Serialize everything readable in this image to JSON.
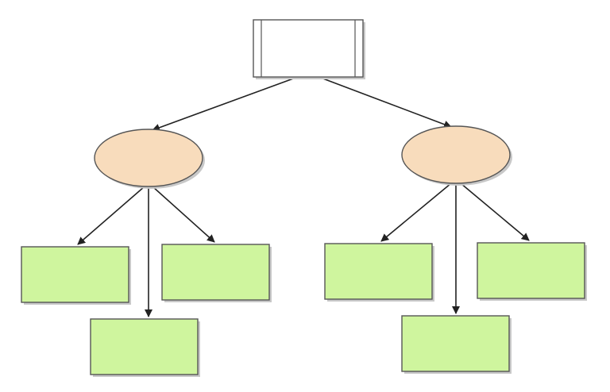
{
  "diagram": {
    "type": "tree",
    "colors": {
      "root_fill": "#ffffff",
      "root_stroke": "#555555",
      "oval_fill": "#f8dcbc",
      "oval_stroke": "#555555",
      "leaf_fill": "#cff59e",
      "leaf_stroke": "#555555",
      "edge": "#222222",
      "shadow": "#c8c8c8"
    },
    "nodes": [
      {
        "id": "root",
        "shape": "rectangle-double-sided",
        "label": ""
      },
      {
        "id": "oval-left",
        "shape": "ellipse",
        "label": ""
      },
      {
        "id": "oval-right",
        "shape": "ellipse",
        "label": ""
      },
      {
        "id": "leaf-left-1",
        "shape": "rectangle",
        "label": ""
      },
      {
        "id": "leaf-left-2",
        "shape": "rectangle",
        "label": ""
      },
      {
        "id": "leaf-left-3",
        "shape": "rectangle",
        "label": ""
      },
      {
        "id": "leaf-right-1",
        "shape": "rectangle",
        "label": ""
      },
      {
        "id": "leaf-right-2",
        "shape": "rectangle",
        "label": ""
      },
      {
        "id": "leaf-right-3",
        "shape": "rectangle",
        "label": ""
      }
    ],
    "edges": [
      {
        "from": "root",
        "to": "oval-left"
      },
      {
        "from": "root",
        "to": "oval-right"
      },
      {
        "from": "oval-left",
        "to": "leaf-left-1"
      },
      {
        "from": "oval-left",
        "to": "leaf-left-2"
      },
      {
        "from": "oval-left",
        "to": "leaf-left-3"
      },
      {
        "from": "oval-right",
        "to": "leaf-right-1"
      },
      {
        "from": "oval-right",
        "to": "leaf-right-2"
      },
      {
        "from": "oval-right",
        "to": "leaf-right-3"
      }
    ]
  }
}
